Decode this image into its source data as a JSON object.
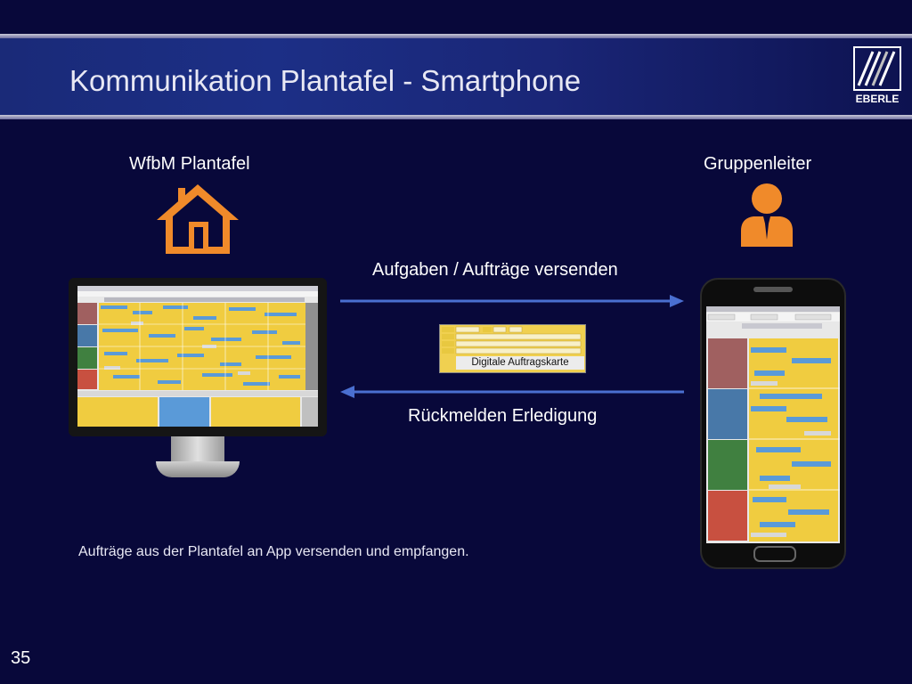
{
  "slide": {
    "title": "Kommunikation Plantafel - Smartphone",
    "page_number": "35",
    "logo_text": "EBERLE"
  },
  "left": {
    "label": "WfbM Plantafel",
    "icon": "house-icon"
  },
  "right": {
    "label": "Gruppenleiter",
    "icon": "person-icon"
  },
  "arrows": {
    "send_label": "Aufgaben / Aufträge versenden",
    "return_label": "Rückmelden Erledigung"
  },
  "card": {
    "label": "Digitale Auftragskarte"
  },
  "caption": "Aufträge aus der Plantafel an App versenden und empfangen.",
  "colors": {
    "background": "#08083a",
    "accent_orange": "#f08a2a",
    "arrow_blue": "#4a6fd0",
    "plan_yellow": "#f0cc40",
    "plan_blue": "#5a9ad8"
  }
}
